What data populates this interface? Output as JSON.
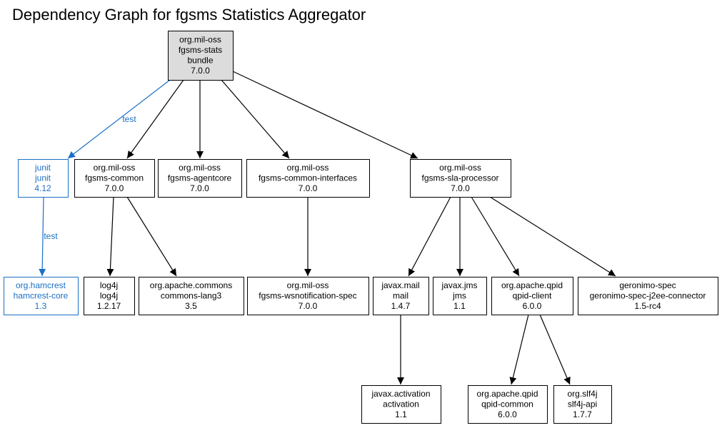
{
  "title": "Dependency Graph for fgsms Statistics Aggregator",
  "colors": {
    "default_stroke": "#000000",
    "test_stroke": "#1a6fc4",
    "root_fill": "#dcdcdc",
    "node_fill": "#ffffff"
  },
  "nodes": [
    {
      "id": "root",
      "lines": [
        "org.mil-oss",
        "fgsms-stats",
        "bundle",
        "7.0.0"
      ],
      "scope": "root"
    },
    {
      "id": "junit",
      "lines": [
        "junit",
        "junit",
        "4.12"
      ],
      "scope": "test"
    },
    {
      "id": "common",
      "lines": [
        "org.mil-oss",
        "fgsms-common",
        "7.0.0"
      ],
      "scope": "compile"
    },
    {
      "id": "agentcore",
      "lines": [
        "org.mil-oss",
        "fgsms-agentcore",
        "7.0.0"
      ],
      "scope": "compile"
    },
    {
      "id": "interfaces",
      "lines": [
        "org.mil-oss",
        "fgsms-common-interfaces",
        "7.0.0"
      ],
      "scope": "compile"
    },
    {
      "id": "sla",
      "lines": [
        "org.mil-oss",
        "fgsms-sla-processor",
        "7.0.0"
      ],
      "scope": "compile"
    },
    {
      "id": "hamcrest",
      "lines": [
        "org.hamcrest",
        "hamcrest-core",
        "1.3"
      ],
      "scope": "test"
    },
    {
      "id": "log4j",
      "lines": [
        "log4j",
        "log4j",
        "1.2.17"
      ],
      "scope": "compile"
    },
    {
      "id": "lang3",
      "lines": [
        "org.apache.commons",
        "commons-lang3",
        "3.5"
      ],
      "scope": "compile"
    },
    {
      "id": "wsn",
      "lines": [
        "org.mil-oss",
        "fgsms-wsnotification-spec",
        "7.0.0"
      ],
      "scope": "compile"
    },
    {
      "id": "mail",
      "lines": [
        "javax.mail",
        "mail",
        "1.4.7"
      ],
      "scope": "compile"
    },
    {
      "id": "jms",
      "lines": [
        "javax.jms",
        "jms",
        "1.1"
      ],
      "scope": "compile"
    },
    {
      "id": "qpidclient",
      "lines": [
        "org.apache.qpid",
        "qpid-client",
        "6.0.0"
      ],
      "scope": "compile"
    },
    {
      "id": "geronimo",
      "lines": [
        "geronimo-spec",
        "geronimo-spec-j2ee-connector",
        "1.5-rc4"
      ],
      "scope": "compile"
    },
    {
      "id": "activation",
      "lines": [
        "javax.activation",
        "activation",
        "1.1"
      ],
      "scope": "compile"
    },
    {
      "id": "qpidcommon",
      "lines": [
        "org.apache.qpid",
        "qpid-common",
        "6.0.0"
      ],
      "scope": "compile"
    },
    {
      "id": "slf4j",
      "lines": [
        "org.slf4j",
        "slf4j-api",
        "1.7.7"
      ],
      "scope": "compile"
    }
  ],
  "edges": [
    {
      "from": "root",
      "to": "junit",
      "label": "test",
      "scope": "test"
    },
    {
      "from": "root",
      "to": "common",
      "label": "",
      "scope": "compile"
    },
    {
      "from": "root",
      "to": "agentcore",
      "label": "",
      "scope": "compile"
    },
    {
      "from": "root",
      "to": "interfaces",
      "label": "",
      "scope": "compile"
    },
    {
      "from": "root",
      "to": "sla",
      "label": "",
      "scope": "compile"
    },
    {
      "from": "junit",
      "to": "hamcrest",
      "label": "test",
      "scope": "test"
    },
    {
      "from": "common",
      "to": "log4j",
      "label": "",
      "scope": "compile"
    },
    {
      "from": "common",
      "to": "lang3",
      "label": "",
      "scope": "compile"
    },
    {
      "from": "interfaces",
      "to": "wsn",
      "label": "",
      "scope": "compile"
    },
    {
      "from": "sla",
      "to": "mail",
      "label": "",
      "scope": "compile"
    },
    {
      "from": "sla",
      "to": "jms",
      "label": "",
      "scope": "compile"
    },
    {
      "from": "sla",
      "to": "qpidclient",
      "label": "",
      "scope": "compile"
    },
    {
      "from": "sla",
      "to": "geronimo",
      "label": "",
      "scope": "compile"
    },
    {
      "from": "mail",
      "to": "activation",
      "label": "",
      "scope": "compile"
    },
    {
      "from": "qpidclient",
      "to": "qpidcommon",
      "label": "",
      "scope": "compile"
    },
    {
      "from": "qpidclient",
      "to": "slf4j",
      "label": "",
      "scope": "compile"
    }
  ]
}
